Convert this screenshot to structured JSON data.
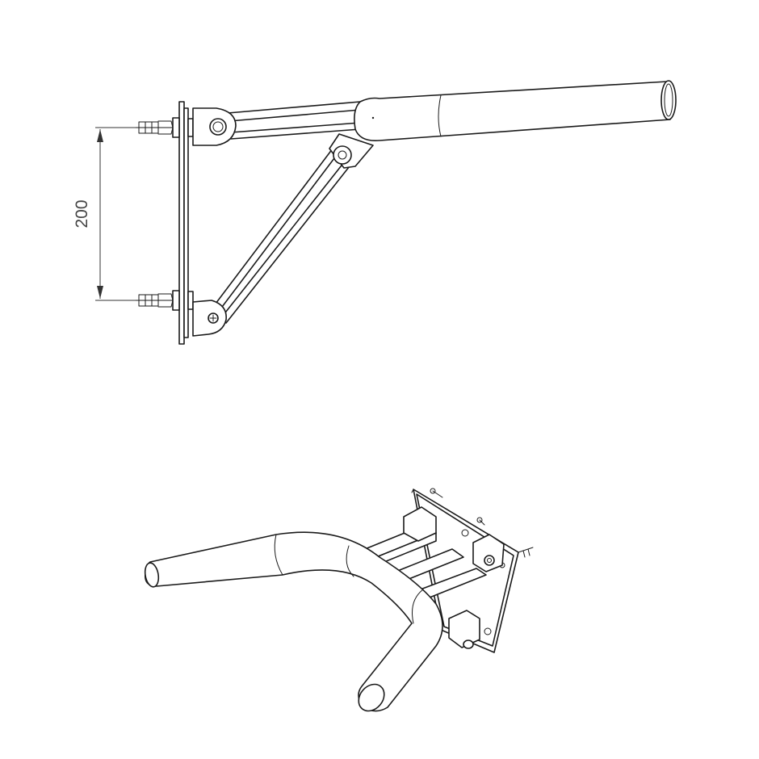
{
  "drawing": {
    "dimension_label": "200",
    "views": [
      "side-elevation",
      "isometric"
    ]
  }
}
